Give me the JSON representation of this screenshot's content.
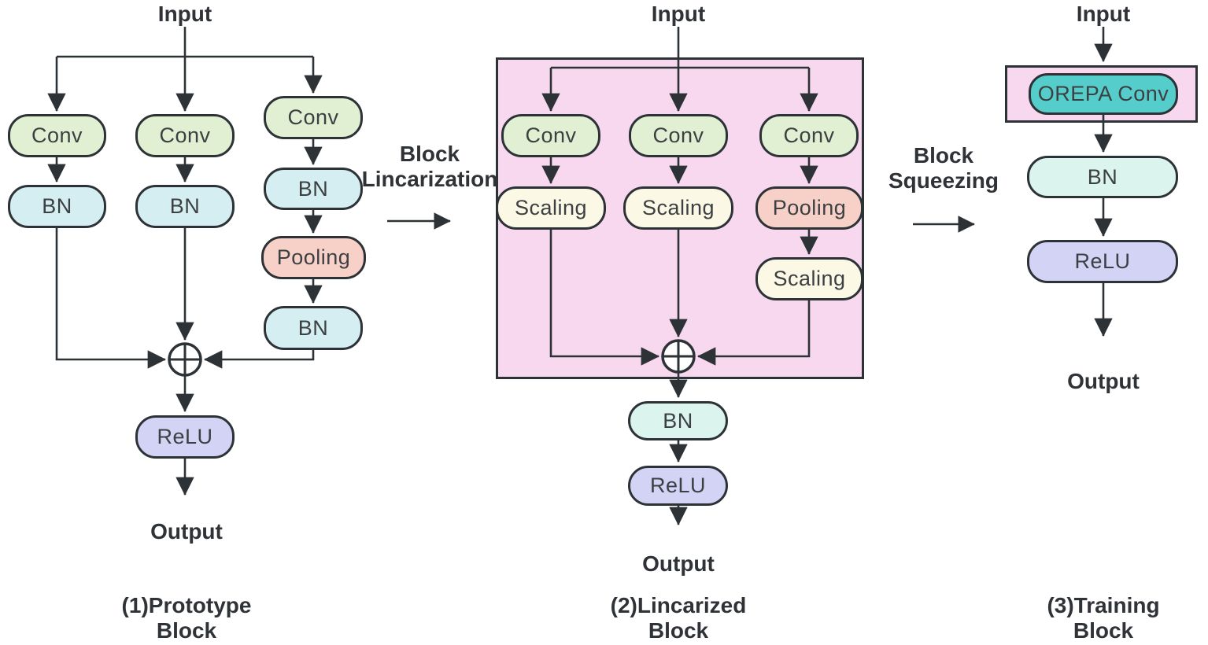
{
  "colors": {
    "conv_green": "#e1f0d2",
    "bn_cyan": "#d5eef2",
    "bn_mint": "#dcf4ee",
    "pooling_salmon": "#f7d0c8",
    "scaling_cream": "#fbf8e6",
    "relu_periwinkle": "#d2d3f5",
    "orepa_teal": "#55cdca",
    "container_pink": "#f8d8ee",
    "stroke_dark": "#2d3237"
  },
  "panels": [
    {
      "input_label": "Input",
      "output_label": "Output",
      "caption": [
        "(1)Prototype",
        "Block"
      ],
      "junction_icon": "circle-plus",
      "nodes": {
        "b1_conv": "Conv",
        "b1_bn": "BN",
        "b2_conv": "Conv",
        "b2_bn": "BN",
        "b3_conv": "Conv",
        "b3_bn_top": "BN",
        "b3_pooling": "Pooling",
        "b3_bn_bottom": "BN",
        "relu": "ReLU"
      }
    },
    {
      "input_label": "Input",
      "output_label": "Output",
      "caption": [
        "(2)Lincarized",
        "Block"
      ],
      "junction_icon": "circle-plus",
      "nodes": {
        "b1_conv": "Conv",
        "b1_scaling": "Scaling",
        "b2_conv": "Conv",
        "b2_scaling": "Scaling",
        "b3_conv": "Conv",
        "b3_pooling": "Pooling",
        "b3_scaling": "Scaling",
        "bn": "BN",
        "relu": "ReLU"
      }
    },
    {
      "input_label": "Input",
      "output_label": "Output",
      "caption": [
        "(3)Training",
        "Block"
      ],
      "nodes": {
        "orepa_conv": "OREPA Conv",
        "bn": "BN",
        "relu": "ReLU"
      }
    }
  ],
  "transitions": [
    {
      "label": [
        "Block",
        "Lincarization"
      ]
    },
    {
      "label": [
        "Block",
        "Squeezing"
      ]
    }
  ]
}
